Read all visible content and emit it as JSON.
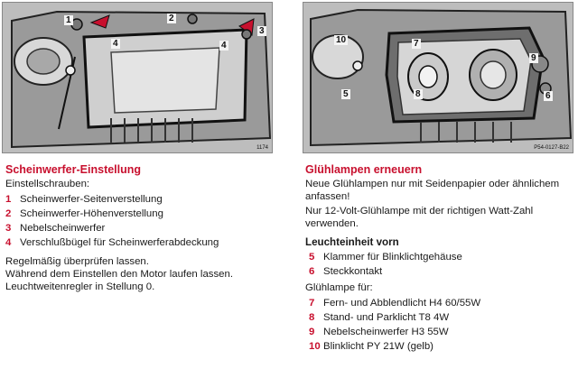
{
  "figures": {
    "left": {
      "code": "1174",
      "labels": [
        "1",
        "2",
        "3",
        "4",
        "4"
      ]
    },
    "right": {
      "code": "P54-0127-B22",
      "labels": [
        "10",
        "7",
        "8",
        "9",
        "5",
        "6"
      ]
    }
  },
  "left_section": {
    "title": "Scheinwerfer-Einstellung",
    "intro": "Einstellschrauben:",
    "items": [
      {
        "num": "1",
        "text": "Scheinwerfer-Seitenverstellung"
      },
      {
        "num": "2",
        "text": "Scheinwerfer-Höhenverstellung"
      },
      {
        "num": "3",
        "text": "Nebelscheinwerfer"
      },
      {
        "num": "4",
        "text": "Verschlußbügel für Scheinwerferabdeckung"
      }
    ],
    "para1": "Regelmäßig überprüfen lassen.",
    "para2": "Während dem Einstellen den Motor laufen lassen. Leuchtweitenregler in Stellung 0."
  },
  "right_section": {
    "title": "Glühlampen erneuern",
    "para1": "Neue Glühlampen nur mit Seidenpapier oder ähnlichem anfassen!",
    "para2": "Nur 12-Volt-Glühlampe mit der richtigen Watt-Zahl verwenden.",
    "unit_heading": "Leuchteinheit vorn",
    "unit_items": [
      {
        "num": "5",
        "text": "Klammer für Blinklichtgehäuse"
      },
      {
        "num": "6",
        "text": "Steckkontakt"
      }
    ],
    "bulbs_heading": "Glühlampe für:",
    "bulb_items": [
      {
        "num": "7",
        "text": "Fern- und Abblendlicht H4 60/55W"
      },
      {
        "num": "8",
        "text": "Stand- und Parklicht T8 4W"
      },
      {
        "num": "9",
        "text": "Nebelscheinwerfer H3 55W"
      },
      {
        "num": "10",
        "text": "Blinklicht PY 21W (gelb)"
      }
    ]
  },
  "colors": {
    "accent": "#c8102e",
    "text": "#1a1a1a",
    "photo_gray": "#b9b9b9"
  }
}
